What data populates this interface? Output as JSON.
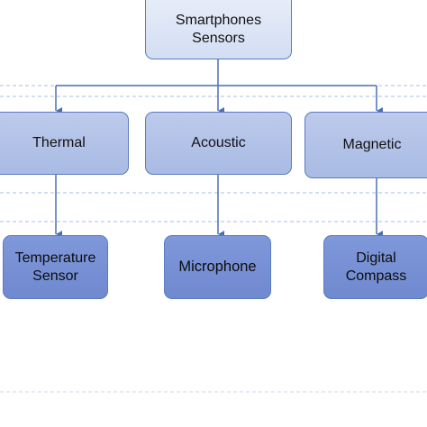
{
  "diagram": {
    "root": {
      "line1": "Smartphones",
      "line2": "Sensors"
    },
    "categories": [
      {
        "label": "Thermal"
      },
      {
        "label": "Acoustic"
      },
      {
        "label": "Magnetic"
      }
    ],
    "leaves": [
      {
        "line1": "Temperature",
        "line2": "Sensor"
      },
      {
        "line1": "Microphone"
      },
      {
        "line1": "Digital",
        "line2": "Compass"
      }
    ],
    "colors": {
      "root_fill": "#dce4f5",
      "category_fill": "#b3c3e8",
      "leaf_fill": "#7891d4",
      "border": "#5b7cc0",
      "connector": "#4a6fb5",
      "guide_line": "#a9bde3"
    }
  }
}
